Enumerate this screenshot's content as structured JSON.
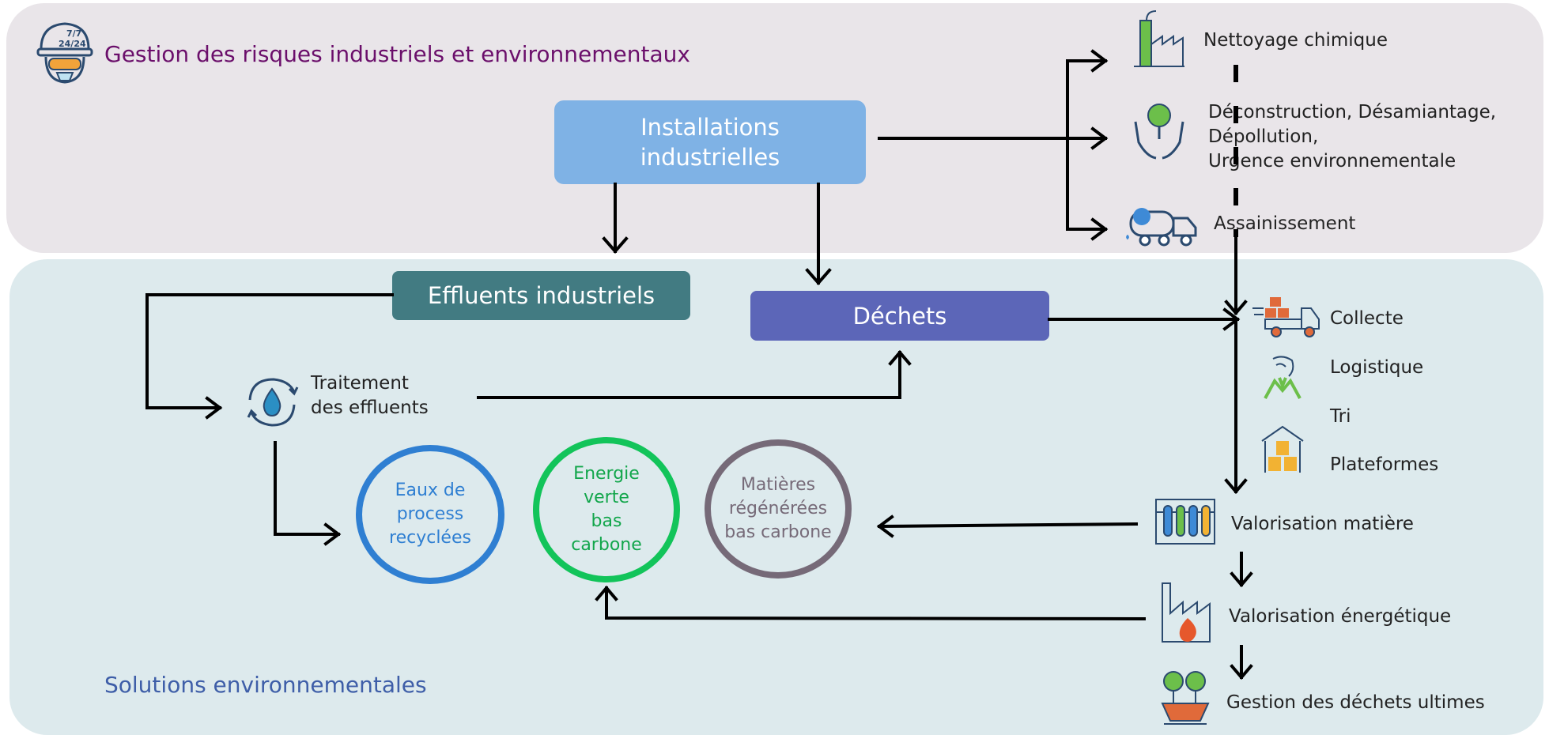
{
  "sections": {
    "top_title": "Gestion des risques industriels et environnementaux",
    "bottom_title": "Solutions environnementales"
  },
  "icon_badge": {
    "line1": "7/7",
    "line2": "24/24"
  },
  "boxes": {
    "installations_line1": "Installations",
    "installations_line2": "industrielles",
    "effluents": "Effluents industriels",
    "dechets": "Déchets"
  },
  "services": {
    "nettoyage": "Nettoyage chimique",
    "deconstruction_line1": "Déconstruction, Désamiantage,",
    "deconstruction_line2": "Dépollution,",
    "deconstruction_line3": "Urgence environnementale",
    "assainissement": "Assainissement"
  },
  "collection": {
    "collecte": "Collecte",
    "logistique": "Logistique",
    "tri": "Tri",
    "plateformes": "Plateformes"
  },
  "treatment": {
    "line1": "Traitement",
    "line2": "des effluents"
  },
  "outputs": {
    "eaux": [
      "Eaux de",
      "process",
      "recyclées"
    ],
    "energie": [
      "Energie",
      "verte",
      "bas",
      "carbone"
    ],
    "matieres": [
      "Matières",
      "régénérées",
      "bas carbone"
    ]
  },
  "valorisation": {
    "matiere": "Valorisation matière",
    "energetique": "Valorisation énergétique",
    "ultimes": "Gestion des déchets ultimes"
  },
  "colors": {
    "top_title": "#6b0f6b",
    "bottom_title": "#3e5ea8",
    "installations": "#7fb2e5",
    "effluents": "#427b82",
    "dechets": "#5c66b8",
    "eaux": "#2f7fd2",
    "energie": "#12c45a",
    "matieres": "#766a78"
  }
}
